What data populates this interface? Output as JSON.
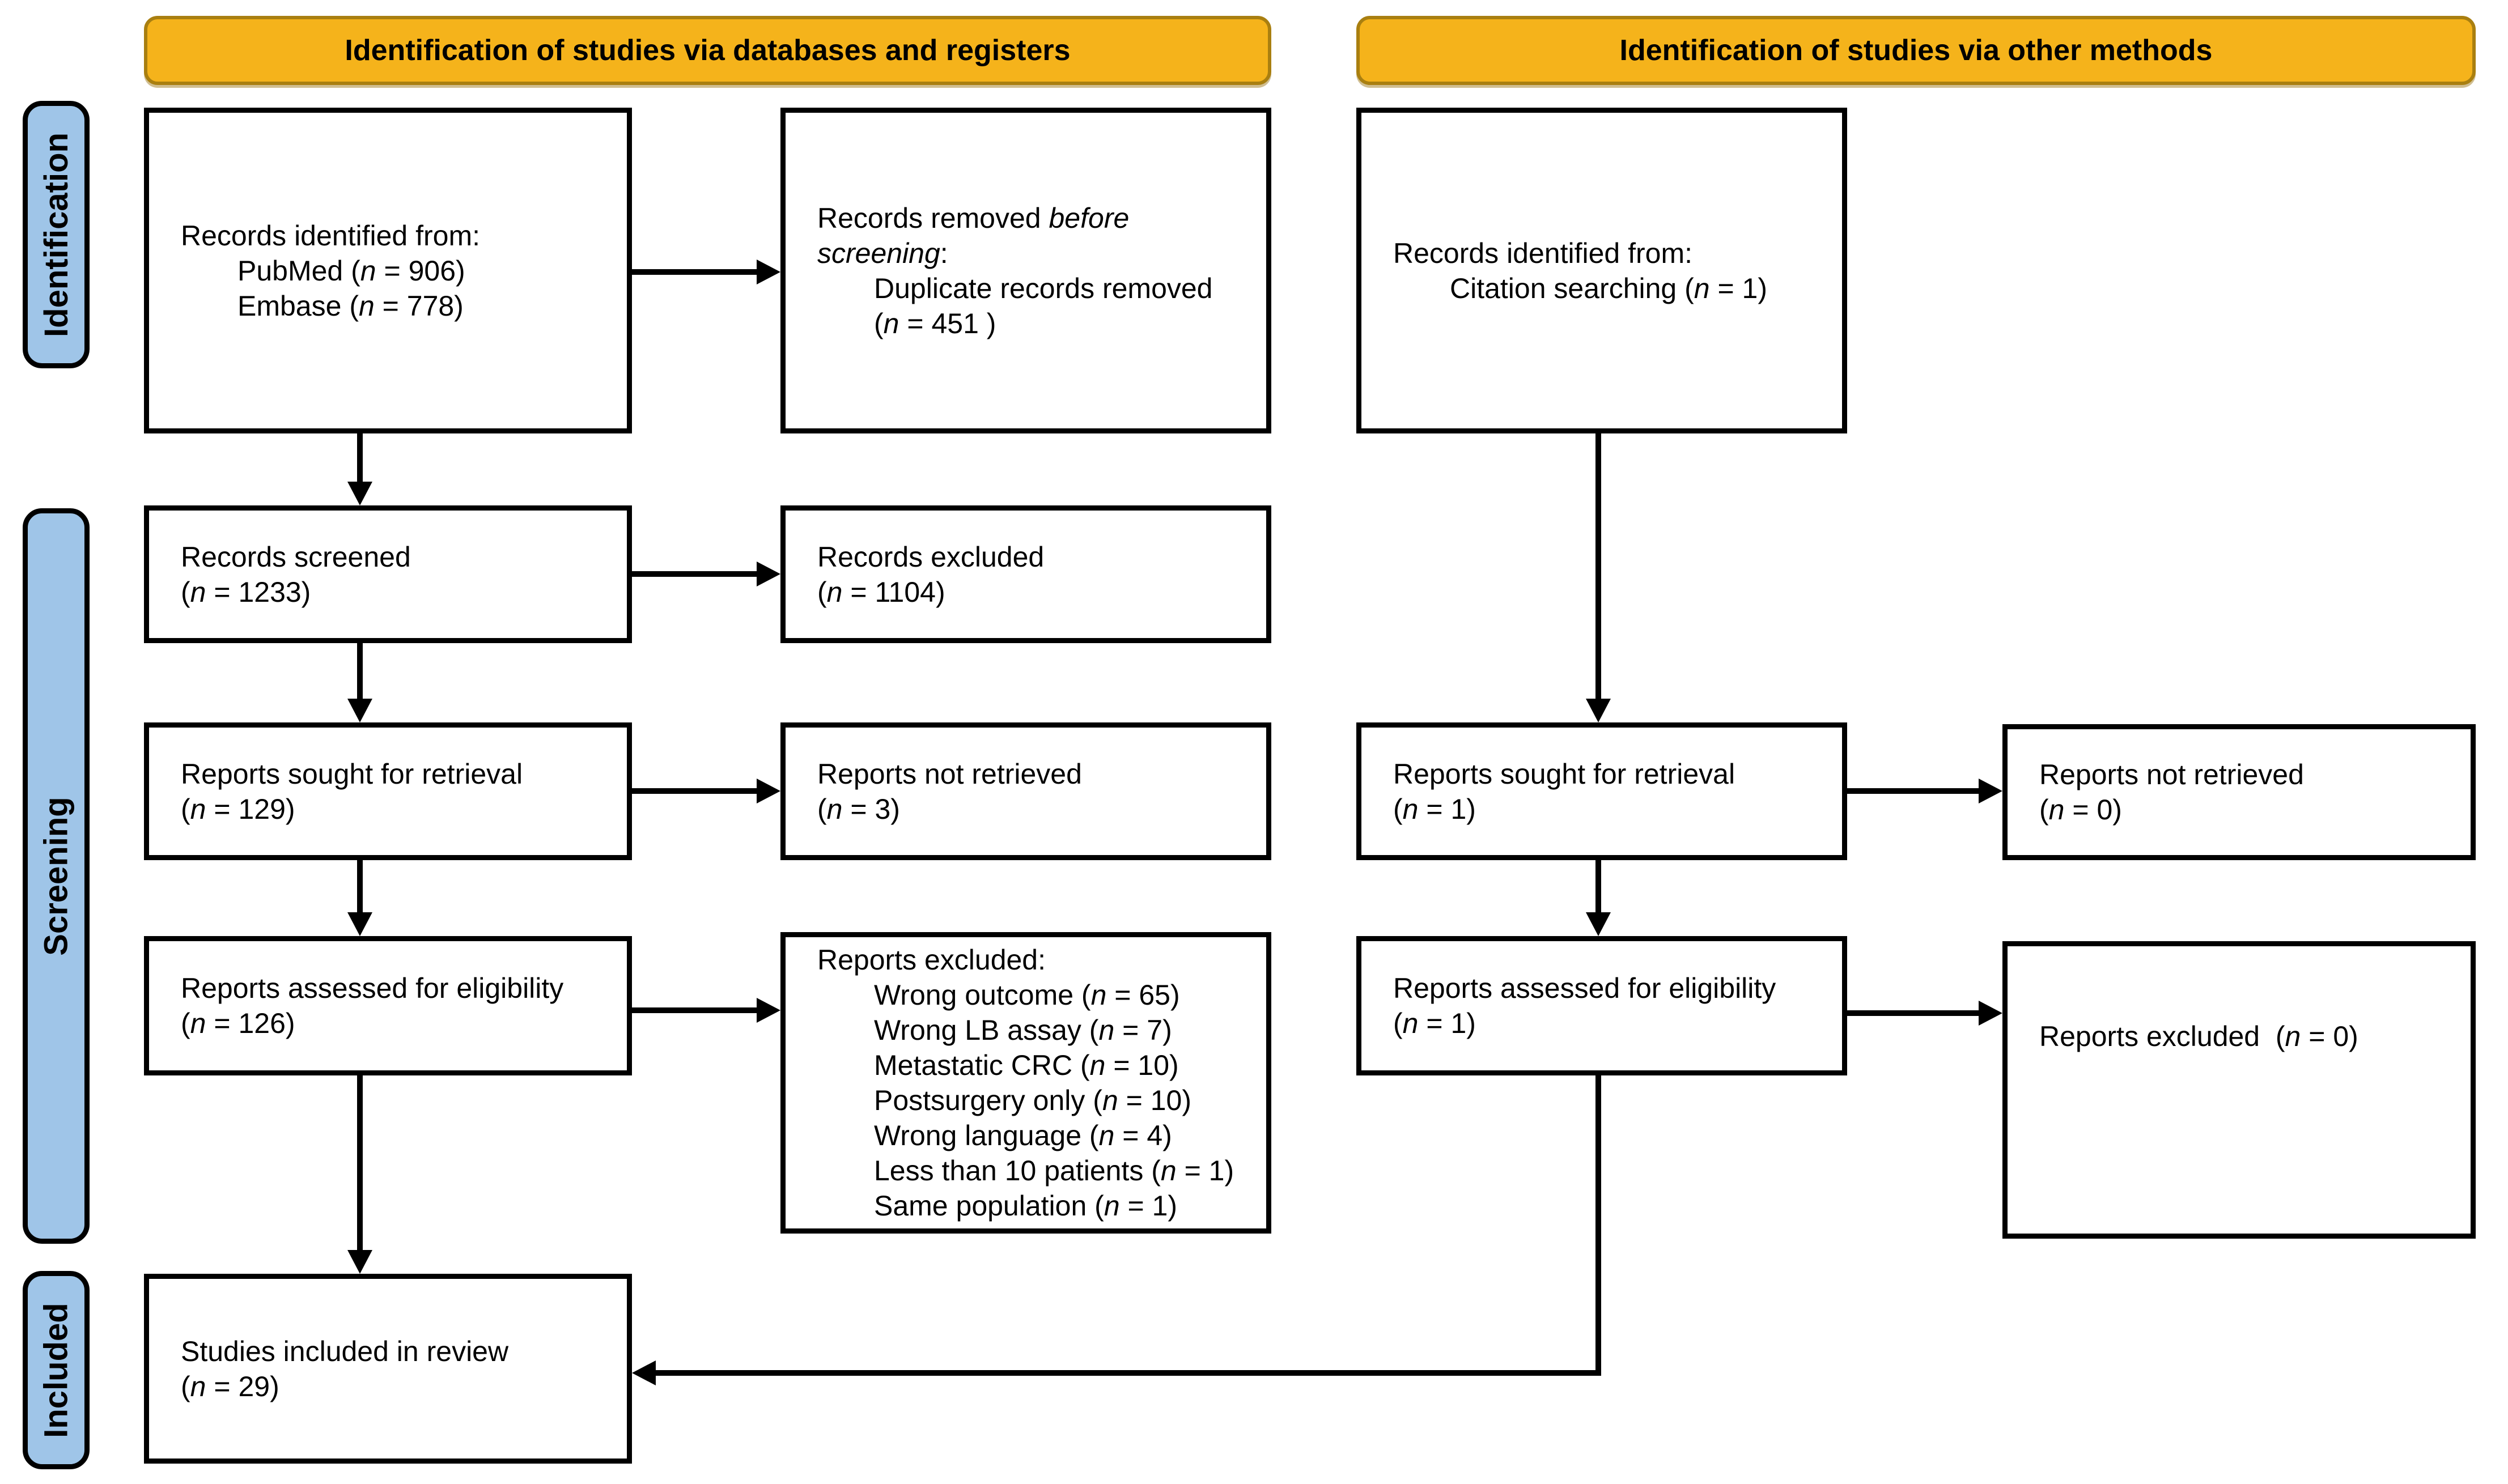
{
  "banners": {
    "left": "Identification of studies via databases and registers",
    "right": "Identification of studies via other methods"
  },
  "stages": {
    "identification": "Identification",
    "screening": "Screening",
    "included": "Included"
  },
  "colors": {
    "banner_fill": "#F5B31B",
    "banner_border": "#A97F10",
    "stage_fill": "#9FC5E8",
    "box_border": "#000000",
    "arrow": "#000000",
    "background": "#FFFFFF"
  },
  "boxes": {
    "db_identified": {
      "lines": [
        {
          "segments": [
            [
              "Records identified from:",
              0
            ]
          ]
        },
        {
          "indent": 1,
          "segments": [
            [
              "PubMed (",
              0
            ],
            [
              "n",
              1
            ],
            [
              " = 906)",
              0
            ]
          ]
        },
        {
          "indent": 1,
          "segments": [
            [
              "Embase (",
              0
            ],
            [
              "n",
              1
            ],
            [
              " = 778)",
              0
            ]
          ]
        }
      ]
    },
    "db_removed": {
      "lines": [
        {
          "segments": [
            [
              "Records removed ",
              0
            ],
            [
              "before",
              1
            ]
          ]
        },
        {
          "segments": [
            [
              "screening",
              1
            ],
            [
              ":",
              0
            ]
          ]
        },
        {
          "indent": 1,
          "segments": [
            [
              "Duplicate records removed",
              0
            ]
          ]
        },
        {
          "indent": 1,
          "segments": [
            [
              "(",
              0
            ],
            [
              "n",
              1
            ],
            [
              " = 451 )",
              0
            ]
          ]
        }
      ]
    },
    "other_identified": {
      "lines": [
        {
          "segments": [
            [
              "Records identified from:",
              0
            ]
          ]
        },
        {
          "indent": 1,
          "segments": [
            [
              "Citation searching (",
              0
            ],
            [
              "n",
              1
            ],
            [
              " = 1)",
              0
            ]
          ]
        }
      ]
    },
    "records_screened": {
      "lines": [
        {
          "segments": [
            [
              "Records screened",
              0
            ]
          ]
        },
        {
          "segments": [
            [
              "(",
              0
            ],
            [
              "n",
              1
            ],
            [
              " = 1233)",
              0
            ]
          ]
        }
      ]
    },
    "records_excluded": {
      "lines": [
        {
          "segments": [
            [
              "Records excluded",
              0
            ]
          ]
        },
        {
          "segments": [
            [
              "(",
              0
            ],
            [
              "n",
              1
            ],
            [
              " = 1104)",
              0
            ]
          ]
        }
      ]
    },
    "reports_sought_db": {
      "lines": [
        {
          "segments": [
            [
              "Reports sought for retrieval",
              0
            ]
          ]
        },
        {
          "segments": [
            [
              "(",
              0
            ],
            [
              "n",
              1
            ],
            [
              " = 129)",
              0
            ]
          ]
        }
      ]
    },
    "reports_not_retrieved_db": {
      "lines": [
        {
          "segments": [
            [
              "Reports not retrieved",
              0
            ]
          ]
        },
        {
          "segments": [
            [
              "(",
              0
            ],
            [
              "n",
              1
            ],
            [
              " = 3)",
              0
            ]
          ]
        }
      ]
    },
    "reports_assessed_db": {
      "lines": [
        {
          "segments": [
            [
              "Reports assessed for eligibility",
              0
            ]
          ]
        },
        {
          "segments": [
            [
              "(",
              0
            ],
            [
              "n",
              1
            ],
            [
              " = 126)",
              0
            ]
          ]
        }
      ]
    },
    "reports_excluded_db": {
      "lines": [
        {
          "segments": [
            [
              "Reports excluded:",
              0
            ]
          ]
        },
        {
          "indent": 1,
          "segments": [
            [
              "Wrong outcome (",
              0
            ],
            [
              "n",
              1
            ],
            [
              " = 65)",
              0
            ]
          ]
        },
        {
          "indent": 1,
          "segments": [
            [
              "Wrong LB assay (",
              0
            ],
            [
              "n",
              1
            ],
            [
              " = 7)",
              0
            ]
          ]
        },
        {
          "indent": 1,
          "segments": [
            [
              "Metastatic CRC (",
              0
            ],
            [
              "n",
              1
            ],
            [
              " = 10)",
              0
            ]
          ]
        },
        {
          "indent": 1,
          "segments": [
            [
              "Postsurgery only (",
              0
            ],
            [
              "n",
              1
            ],
            [
              " = 10)",
              0
            ]
          ]
        },
        {
          "indent": 1,
          "segments": [
            [
              "Wrong language (",
              0
            ],
            [
              "n",
              1
            ],
            [
              " = 4)",
              0
            ]
          ]
        },
        {
          "indent": 1,
          "segments": [
            [
              "Less than 10 patients (",
              0
            ],
            [
              "n",
              1
            ],
            [
              " = 1)",
              0
            ]
          ]
        },
        {
          "indent": 1,
          "segments": [
            [
              "Same population (",
              0
            ],
            [
              "n",
              1
            ],
            [
              " = 1)",
              0
            ]
          ]
        }
      ]
    },
    "reports_sought_other": {
      "lines": [
        {
          "segments": [
            [
              "Reports sought for retrieval",
              0
            ]
          ]
        },
        {
          "segments": [
            [
              "(",
              0
            ],
            [
              "n",
              1
            ],
            [
              " = 1)",
              0
            ]
          ]
        }
      ]
    },
    "reports_not_retrieved_other": {
      "lines": [
        {
          "segments": [
            [
              "Reports not retrieved",
              0
            ]
          ]
        },
        {
          "segments": [
            [
              "(",
              0
            ],
            [
              "n",
              1
            ],
            [
              " = 0)",
              0
            ]
          ]
        }
      ]
    },
    "reports_assessed_other": {
      "lines": [
        {
          "segments": [
            [
              "Reports assessed for eligibility",
              0
            ]
          ]
        },
        {
          "segments": [
            [
              "(",
              0
            ],
            [
              "n",
              1
            ],
            [
              " = 1)",
              0
            ]
          ]
        }
      ]
    },
    "reports_excluded_other": {
      "lines": [
        {
          "segments": [
            [
              "Reports excluded  (",
              0
            ],
            [
              "n",
              1
            ],
            [
              " = 0)",
              0
            ]
          ]
        }
      ]
    },
    "studies_included": {
      "lines": [
        {
          "segments": [
            [
              "Studies included in review",
              0
            ]
          ]
        },
        {
          "segments": [
            [
              "(",
              0
            ],
            [
              "n",
              1
            ],
            [
              " = 29)",
              0
            ]
          ]
        }
      ]
    }
  }
}
